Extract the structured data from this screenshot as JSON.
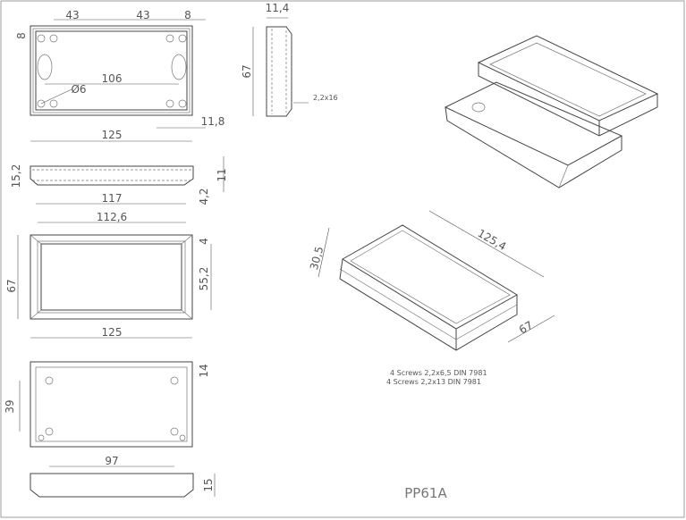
{
  "drawing": {
    "title": "PP61A",
    "notes": [
      "4 Screws 2,2x6,5  DIN 7981",
      "4 Screws 2,2x13 DIN 7981"
    ],
    "top_view": {
      "dim_43a": "43",
      "dim_43b": "43",
      "dim_8_top": "8",
      "dim_8_left": "8",
      "dim_106": "106",
      "dim_d6": "Ø6",
      "dim_11_8": "11,8",
      "dim_125": "125"
    },
    "side_view": {
      "dim_11_4": "11,4",
      "dim_67": "67",
      "dim_2_2x16": "2,2x16"
    },
    "front_view": {
      "dim_15_2": "15,2",
      "dim_11": "11",
      "dim_117": "117",
      "dim_4_2": "4,2"
    },
    "lid_view": {
      "dim_112_6": "112,6",
      "dim_4": "4",
      "dim_67": "67",
      "dim_55_2": "55,2",
      "dim_125": "125"
    },
    "bottom_view": {
      "dim_14": "14",
      "dim_39": "39",
      "dim_97": "97"
    },
    "lid_side": {
      "dim_15": "15"
    },
    "iso_view": {
      "dim_125_4": "125,4",
      "dim_30_5": "30,5",
      "dim_67": "67"
    }
  }
}
